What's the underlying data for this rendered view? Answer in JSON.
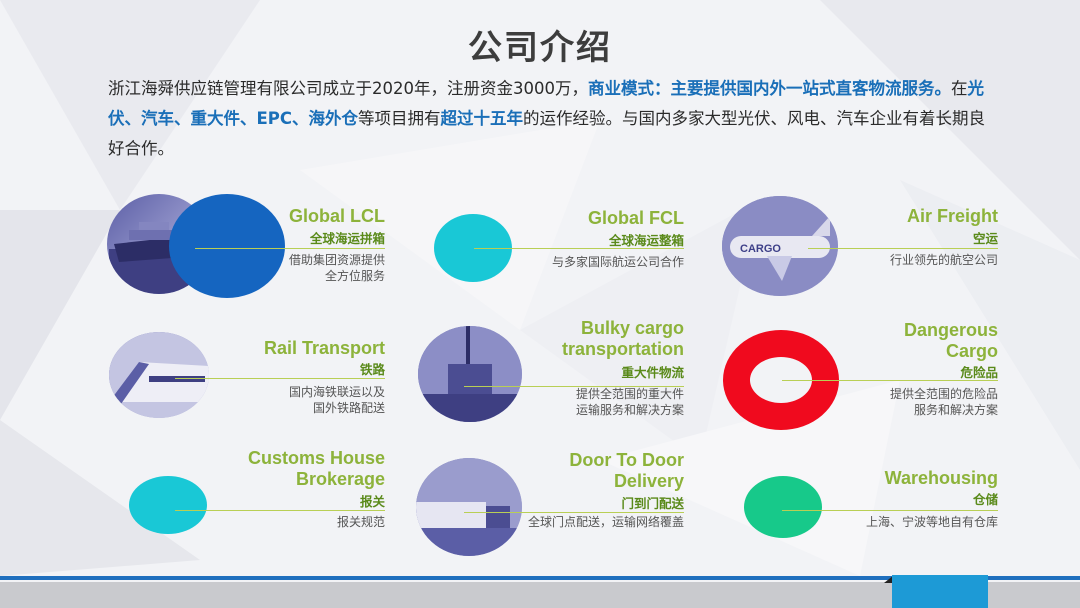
{
  "title": "公司介绍",
  "intro": {
    "p1": "浙江海舜供应链管理有限公司成立于2020年，注册资金3000万，",
    "h1": "商业模式：主要提供国内外一站式直客物流服务。",
    "p2": "在",
    "h2": "光伏、汽车、重大件、EPC、海外仓",
    "p3": "等项目拥有",
    "h3": "超过十五年",
    "p4": "的运作经验。与国内多家大型光伏、风电、汽车企业有着长期良好合作。"
  },
  "services": [
    {
      "en": "Global LCL",
      "cn": "全球海运拼箱",
      "desc1": "借助集团资源提供",
      "desc2": "全方位服务"
    },
    {
      "en": "Global FCL",
      "cn": "全球海运整箱",
      "desc1": "与多家国际航运公司合作",
      "desc2": ""
    },
    {
      "en": "Air Freight",
      "cn": "空运",
      "desc1": "行业领先的航空公司",
      "desc2": "",
      "badge": "CARGO"
    },
    {
      "en": "Rail  Transport",
      "cn": "铁路",
      "desc1": "国内海铁联运以及",
      "desc2": "国外铁路配送"
    },
    {
      "en1": "Bulky cargo",
      "en2": "transportation",
      "cn": "重大件物流",
      "desc1": "提供全范围的重大件",
      "desc2": "运输服务和解决方案"
    },
    {
      "en1": "Dangerous",
      "en2": "Cargo",
      "cn": "危险品",
      "desc1": "提供全范围的危险品",
      "desc2": "服务和解决方案"
    },
    {
      "en1": "Customs House",
      "en2": "Brokerage",
      "cn": "报关",
      "desc1": "报关规范",
      "desc2": ""
    },
    {
      "en1": "Door To Door",
      "en2": "Delivery",
      "cn": "门到门配送",
      "desc1": "全球门点配送，运输网络覆盖",
      "desc2": ""
    },
    {
      "en": "Warehousing",
      "cn": "仓储",
      "desc1": "上海、宁波等地自有仓库",
      "desc2": ""
    }
  ],
  "colors": {
    "accent_blue": "#1a6fb8",
    "green_text": "#8db33b",
    "cyan_circle": "#19c8d6",
    "blue_circle": "#1565c0",
    "red_ring": "#f00a1e",
    "teal_circle": "#17c98a"
  }
}
